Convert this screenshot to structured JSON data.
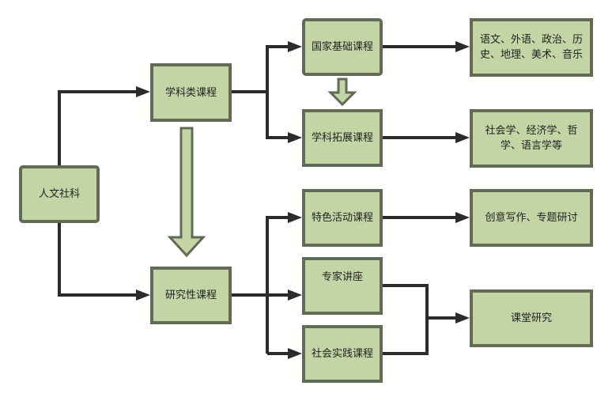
{
  "colors": {
    "node_fill": "#c3d4a5",
    "node_border": "#626b55",
    "connector": "#2b2b2b",
    "text": "#222222"
  },
  "nodes": {
    "root": {
      "label": "人文社科"
    },
    "subject_courses": {
      "label": "学科类课程"
    },
    "research_courses": {
      "label": "研究性课程"
    },
    "national_basic": {
      "label": "国家基础课程"
    },
    "subject_extension": {
      "label": "学科拓展课程"
    },
    "basic_subjects": {
      "label": "语文、外语、政治、历史、地理、美术、音乐"
    },
    "extension_subjects": {
      "label": "社会学、经济学、哲学、语言学等"
    },
    "featured_activity": {
      "label": "特色活动课程"
    },
    "creative_writing": {
      "label": "创意写作、专题研讨"
    },
    "expert_lecture": {
      "label": "专家讲座"
    },
    "social_practice": {
      "label": "社会实践课程"
    },
    "classroom_research": {
      "label": "课堂研究"
    }
  },
  "edges": [
    {
      "from": "root",
      "to": "subject_courses",
      "type": "arrow"
    },
    {
      "from": "root",
      "to": "research_courses",
      "type": "arrow"
    },
    {
      "from": "subject_courses",
      "to": "national_basic",
      "type": "arrow"
    },
    {
      "from": "subject_courses",
      "to": "subject_extension",
      "type": "arrow"
    },
    {
      "from": "national_basic",
      "to": "basic_subjects",
      "type": "arrow"
    },
    {
      "from": "subject_extension",
      "to": "extension_subjects",
      "type": "arrow"
    },
    {
      "from": "research_courses",
      "to": "featured_activity",
      "type": "arrow"
    },
    {
      "from": "research_courses",
      "to": "expert_lecture",
      "type": "arrow"
    },
    {
      "from": "research_courses",
      "to": "social_practice",
      "type": "arrow"
    },
    {
      "from": "featured_activity",
      "to": "creative_writing",
      "type": "arrow"
    },
    {
      "from": "expert_lecture",
      "to": "classroom_research",
      "type": "arrow"
    },
    {
      "from": "social_practice",
      "to": "classroom_research",
      "type": "arrow"
    },
    {
      "from": "subject_courses",
      "to": "research_courses",
      "type": "block-arrow"
    },
    {
      "from": "national_basic",
      "to": "subject_extension",
      "type": "block-arrow"
    }
  ]
}
